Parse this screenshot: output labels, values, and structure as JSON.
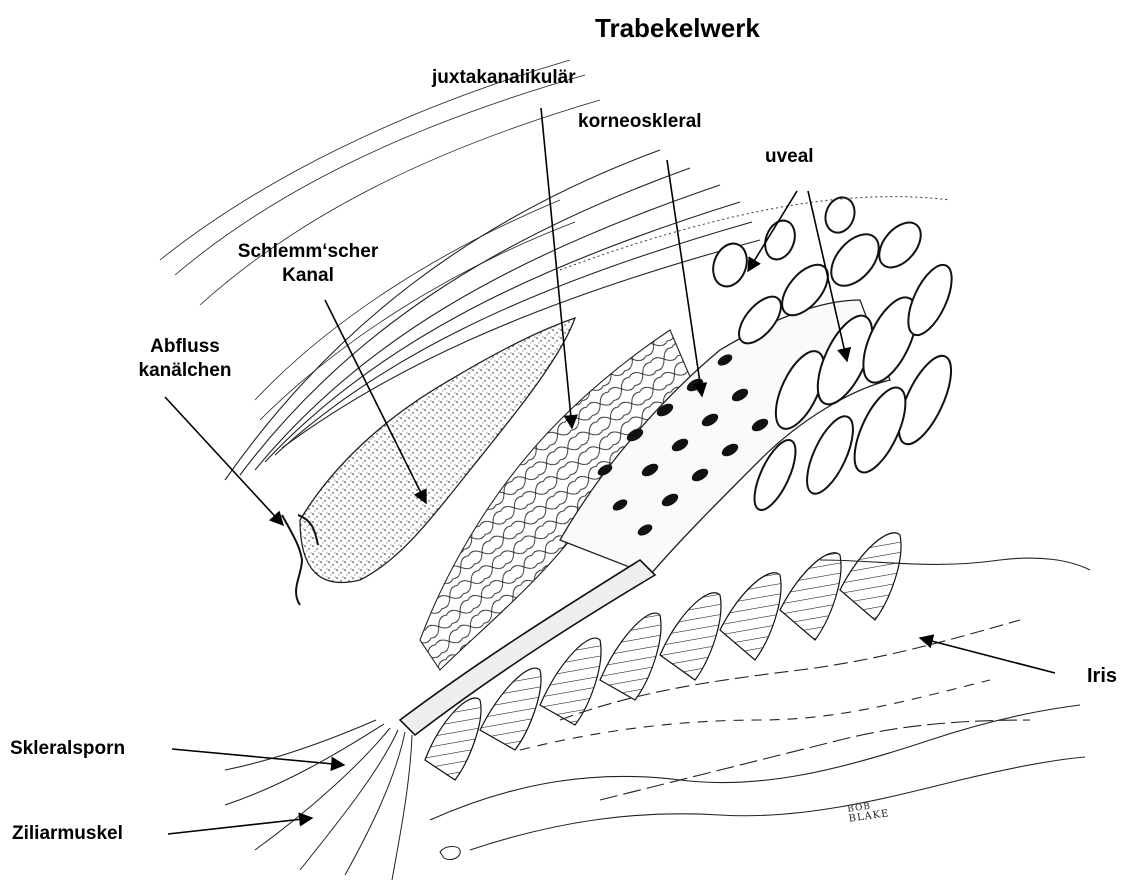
{
  "diagram": {
    "title": "Trabekelwerk",
    "labels": {
      "juxtakanalikulaer": "juxtakanalikulär",
      "korneoskleral": "korneoskleral",
      "uveal": "uveal",
      "schlemm_line1": "Schlemm‘scher",
      "schlemm_line2": "Kanal",
      "abfluss_line1": "Abfluss",
      "abfluss_line2": "kanälchen",
      "iris": "Iris",
      "skleralsporn": "Skleralsporn",
      "ziliarmuskel": "Ziliarmuskel"
    },
    "artist_signature": [
      "BOB",
      "BLAKE"
    ]
  }
}
